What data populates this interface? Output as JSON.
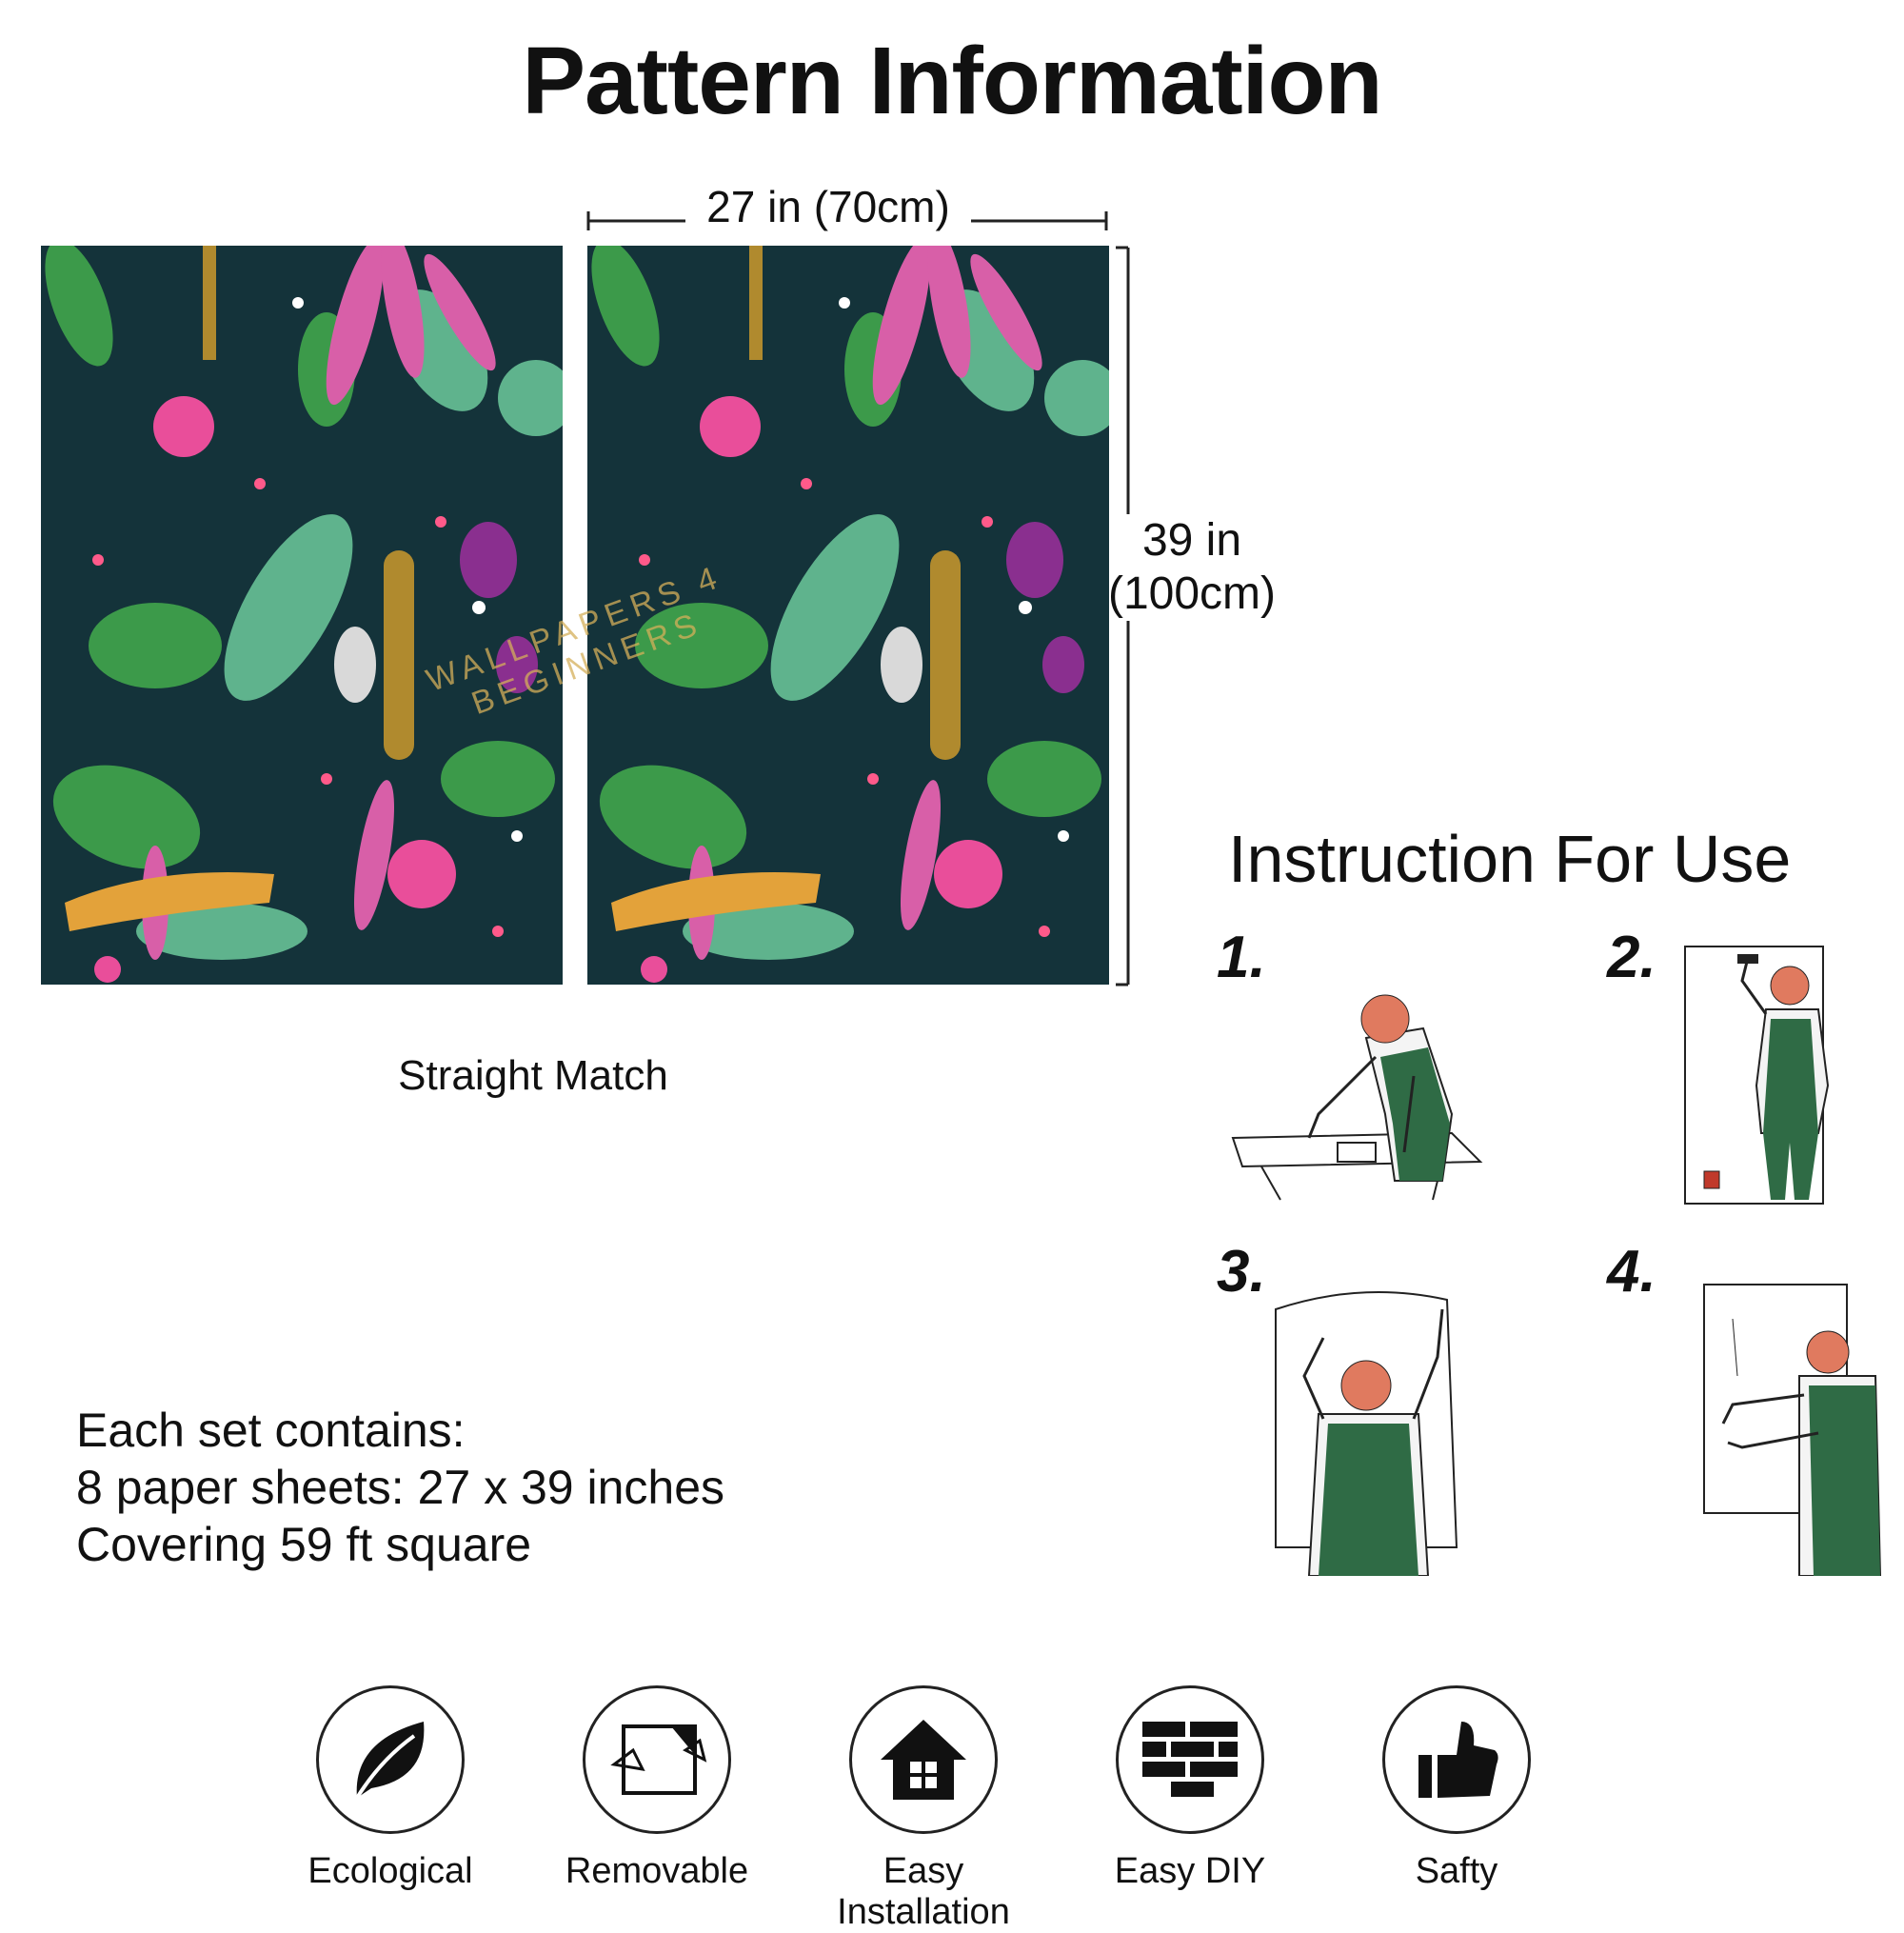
{
  "title": "Pattern Information",
  "dimensions": {
    "width_label": "27 in (70cm)",
    "height_label_line1": "39 in",
    "height_label_line2": "(100cm)"
  },
  "watermark": "WALLPAPERS 4 BEGINNERS",
  "match_label": "Straight Match",
  "instructions": {
    "title": "Instruction For Use",
    "steps": [
      {
        "number": "1."
      },
      {
        "number": "2."
      },
      {
        "number": "3."
      },
      {
        "number": "4."
      }
    ]
  },
  "set_info": {
    "line1": "Each set contains:",
    "line2": "8 paper sheets: 27 x 39 inches",
    "line3": "Covering 59 ft square"
  },
  "features": [
    {
      "label": "Ecological",
      "icon": "leaf-icon"
    },
    {
      "label": "Removable",
      "icon": "peel-sheet-icon"
    },
    {
      "label": "Easy Installation",
      "icon": "house-icon"
    },
    {
      "label": "Easy DIY",
      "icon": "brick-wall-icon"
    },
    {
      "label": "Safty",
      "icon": "thumbs-up-icon"
    }
  ],
  "colors": {
    "panel_bg": "#14333a",
    "worker_green": "#2f6b45",
    "worker_hair": "#e07a5f"
  }
}
